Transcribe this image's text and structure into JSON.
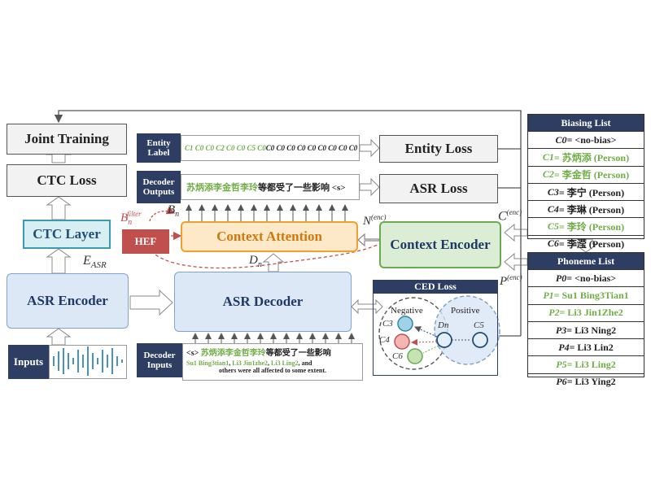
{
  "blocks": {
    "joint_training": "Joint Training",
    "ctc_loss": "CTC Loss",
    "ctc_layer": "CTC Layer",
    "asr_encoder": "ASR Encoder",
    "inputs": "Inputs",
    "asr_decoder": "ASR Decoder",
    "context_attention": "Context Attention",
    "context_encoder": "Context Encoder",
    "hef": "HEF",
    "entity_loss": "Entity Loss",
    "asr_loss": "ASR Loss",
    "entity_label": "Entity Label",
    "decoder_outputs": "Decoder Outputs",
    "decoder_inputs": "Decoder Inputs",
    "ced_loss": "CED Loss"
  },
  "sequences": {
    "entity_label": {
      "highlighted": "C1 C0 C0 C2 C0 C0 C5 C0",
      "rest": " C0 C0 C0 C0 C0 C0 C0 C0 C0"
    },
    "decoder_outputs": {
      "highlighted": "苏炳添李金哲李玲",
      "rest": "等都受了一些影响 <s>"
    },
    "decoder_inputs": {
      "line1_prefix": "<s> ",
      "line1_highlighted": "苏炳添李金哲李玲",
      "line1_rest": "等都受了一些影响",
      "line2_hl1": "Su1 Bing3tian1",
      "line2_sep1": ", ",
      "line2_hl2": "Li3 Jin1zhe2",
      "line2_sep2": ", ",
      "line2_hl3": "Li3 Ling2",
      "line2_rest": ", and",
      "line3": "others were all affected to some extent."
    }
  },
  "labels": {
    "e_asr": "E",
    "e_asr_sub": "ASR",
    "b_n": "B",
    "b_n_sub": "n",
    "b_filter": "B",
    "b_filter_sub": "n",
    "b_filter_sup": "filter",
    "d_n": "D",
    "d_n_sub": "n",
    "n_enc": "N",
    "n_enc_sup": "(enc)",
    "c_enc": "C",
    "c_enc_sup": "(enc)",
    "p_enc": "P",
    "p_enc_sup": "(enc)"
  },
  "ced": {
    "negative": "Negative",
    "positive": "Positive",
    "c3": "C3",
    "c4": "C4",
    "c6": "C6",
    "dn": "Dn",
    "c5": "C5"
  },
  "biasing_list": {
    "title": "Biasing List",
    "rows": [
      {
        "sym": "C0",
        "text": " = <no-bias>",
        "hl": false
      },
      {
        "sym": "C1",
        "text": " = 苏炳添 (Person)",
        "hl": true
      },
      {
        "sym": "C2",
        "text": " = 李金哲 (Person)",
        "hl": true
      },
      {
        "sym": "C3",
        "text": " = 李宁 (Person)",
        "hl": false
      },
      {
        "sym": "C4",
        "text": " = 李琳 (Person)",
        "hl": false
      },
      {
        "sym": "C5",
        "text": " = 李玲 (Person)",
        "hl": true
      },
      {
        "sym": "C6",
        "text": " = 李滢 (Person)",
        "hl": false
      }
    ]
  },
  "phoneme_list": {
    "title": "Phoneme List",
    "rows": [
      {
        "sym": "P0",
        "text": " = <no-bias>",
        "hl": false
      },
      {
        "sym": "P1",
        "text": " = Su1 Bing3Tian1",
        "hl": true
      },
      {
        "sym": "P2",
        "text": " = Li3 Jin1Zhe2",
        "hl": true
      },
      {
        "sym": "P3",
        "text": " = Li3 Ning2",
        "hl": false
      },
      {
        "sym": "P4",
        "text": " = Li3 Lin2",
        "hl": false
      },
      {
        "sym": "P5",
        "text": " = Li3 Ling2",
        "hl": true
      },
      {
        "sym": "P6",
        "text": " = Li3 Ying2",
        "hl": false
      }
    ]
  },
  "colors": {
    "highlight": "#70ad47",
    "navy": "#2e3e63",
    "hef_red": "#c0504d",
    "context_attention_orange": "#f0a030",
    "context_encoder_green": "#6aaa50"
  }
}
